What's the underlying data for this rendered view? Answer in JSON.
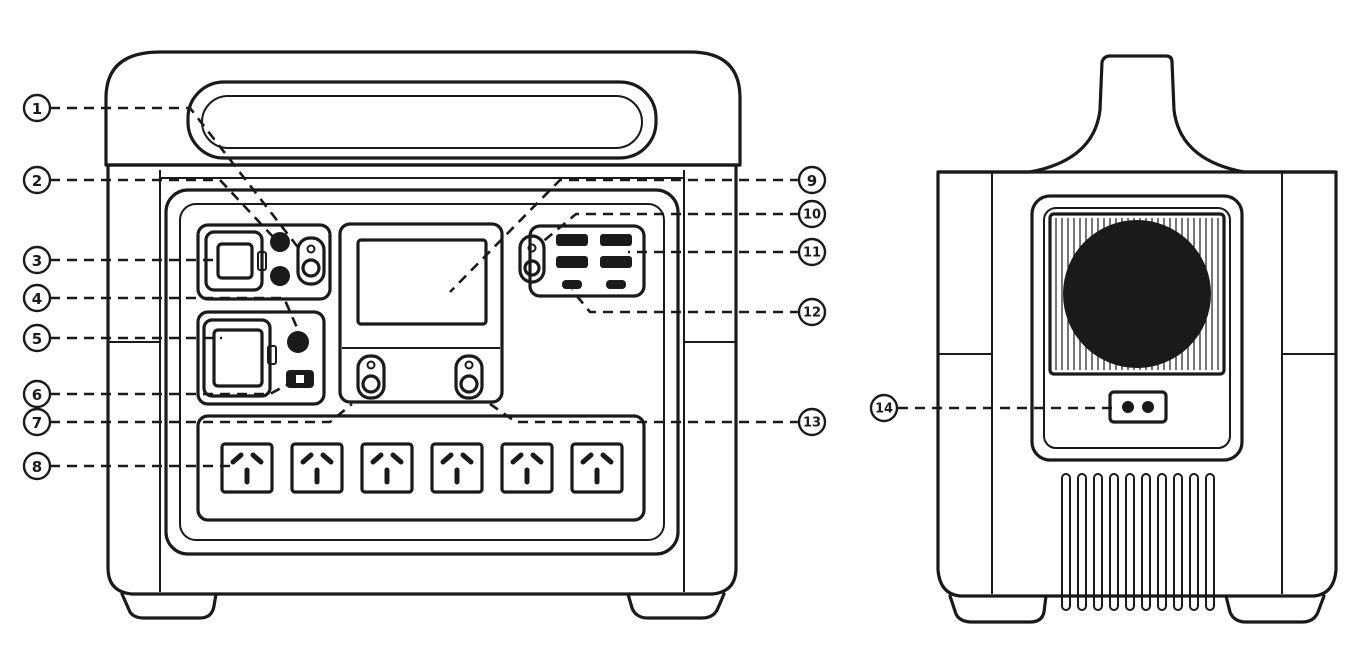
{
  "colors": {
    "line": "#1a1a1a",
    "background": "#ffffff"
  },
  "callouts": [
    "1",
    "2",
    "3",
    "4",
    "5",
    "6",
    "7",
    "8",
    "9",
    "10",
    "11",
    "12",
    "13",
    "14"
  ],
  "views": [
    "front-view",
    "side-view"
  ]
}
